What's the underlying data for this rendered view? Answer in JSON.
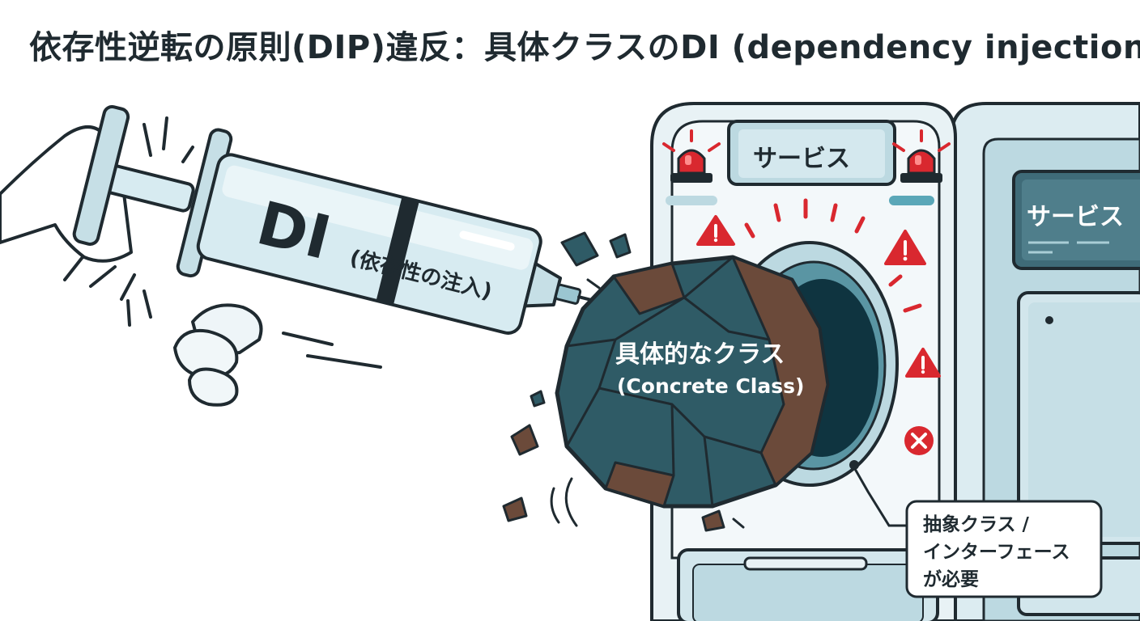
{
  "title": "依存性逆転の原則(DIP)違反：具体クラスのDI (dependency injection)",
  "syringe": {
    "big_label": "DI",
    "small_label": "(依存性の注入)"
  },
  "rock": {
    "label_ja": "具体的なクラス",
    "label_en": "(Concrete Class)"
  },
  "service_panel_label": "サービス",
  "service_side_label": "サービス",
  "callout": {
    "line1": "抽象クラス /",
    "line2": "インターフェース",
    "line3": "が必要"
  },
  "colors": {
    "outline": "#1f2a30",
    "machine_light": "#e8f2f5",
    "machine_mid": "#bcd9e1",
    "machine_teal": "#4a8d9c",
    "screen_dark": "#3f6b78",
    "alarm_red": "#d9282f",
    "rock_teal": "#2f5b66",
    "rock_brown": "#6b4a3a",
    "syringe_glass": "#d7ebf1"
  },
  "icons": [
    "alarm-light-icon",
    "warning-triangle-icon",
    "error-circle-x-icon",
    "hand-icon",
    "syringe-icon"
  ]
}
